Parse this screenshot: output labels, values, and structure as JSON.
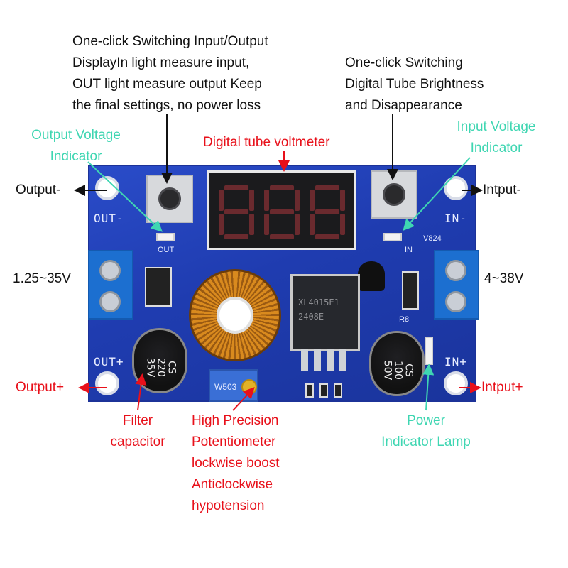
{
  "labels": {
    "top_left": [
      "One-click Switching Input/Output",
      "DisplayIn light measure input,",
      "OUT light measure output Keep",
      "the final settings, no power loss"
    ],
    "top_right": [
      "One-click Switching",
      "Digital Tube Brightness",
      "and Disappearance"
    ],
    "output_voltage_indicator": [
      "Output Voltage",
      "Indicator"
    ],
    "input_voltage_indicator": [
      "Input Voltage",
      "Indicator"
    ],
    "digital_tube_voltmeter": "Digital tube voltmeter",
    "output_minus": "Output-",
    "input_minus": "Intput-",
    "output_voltage_range": "1.25~35V",
    "input_voltage_range": "4~38V",
    "output_plus": "Output+",
    "input_plus": "Intput+",
    "filter_capacitor": [
      "Filter",
      "capacitor"
    ],
    "potentiometer": [
      "High Precision",
      "Potentiometer",
      "lockwise boost",
      "Anticlockwise",
      "hypotension"
    ],
    "power_indicator": [
      "Power",
      "Indicator Lamp"
    ]
  },
  "board": {
    "silk_out_minus": "OUT-",
    "silk_out_plus": "OUT+",
    "silk_in_minus": "IN-",
    "silk_in_plus": "IN+",
    "silk_out": "OUT",
    "silk_in": "IN",
    "silk_model": "V824",
    "silk_r8": "R8",
    "display_digits": "888",
    "ic_line1": "XL4015E1",
    "ic_line2": "2408E",
    "cap_left": [
      "CS",
      "220",
      "35V"
    ],
    "cap_right": [
      "CS",
      "100",
      "50V"
    ],
    "pot_marking": "W503"
  },
  "colors": {
    "annotation_black": "#111111",
    "annotation_red": "#e8101a",
    "annotation_teal": "#3fd6b2",
    "pcb_blue": "#1f3cb0"
  }
}
